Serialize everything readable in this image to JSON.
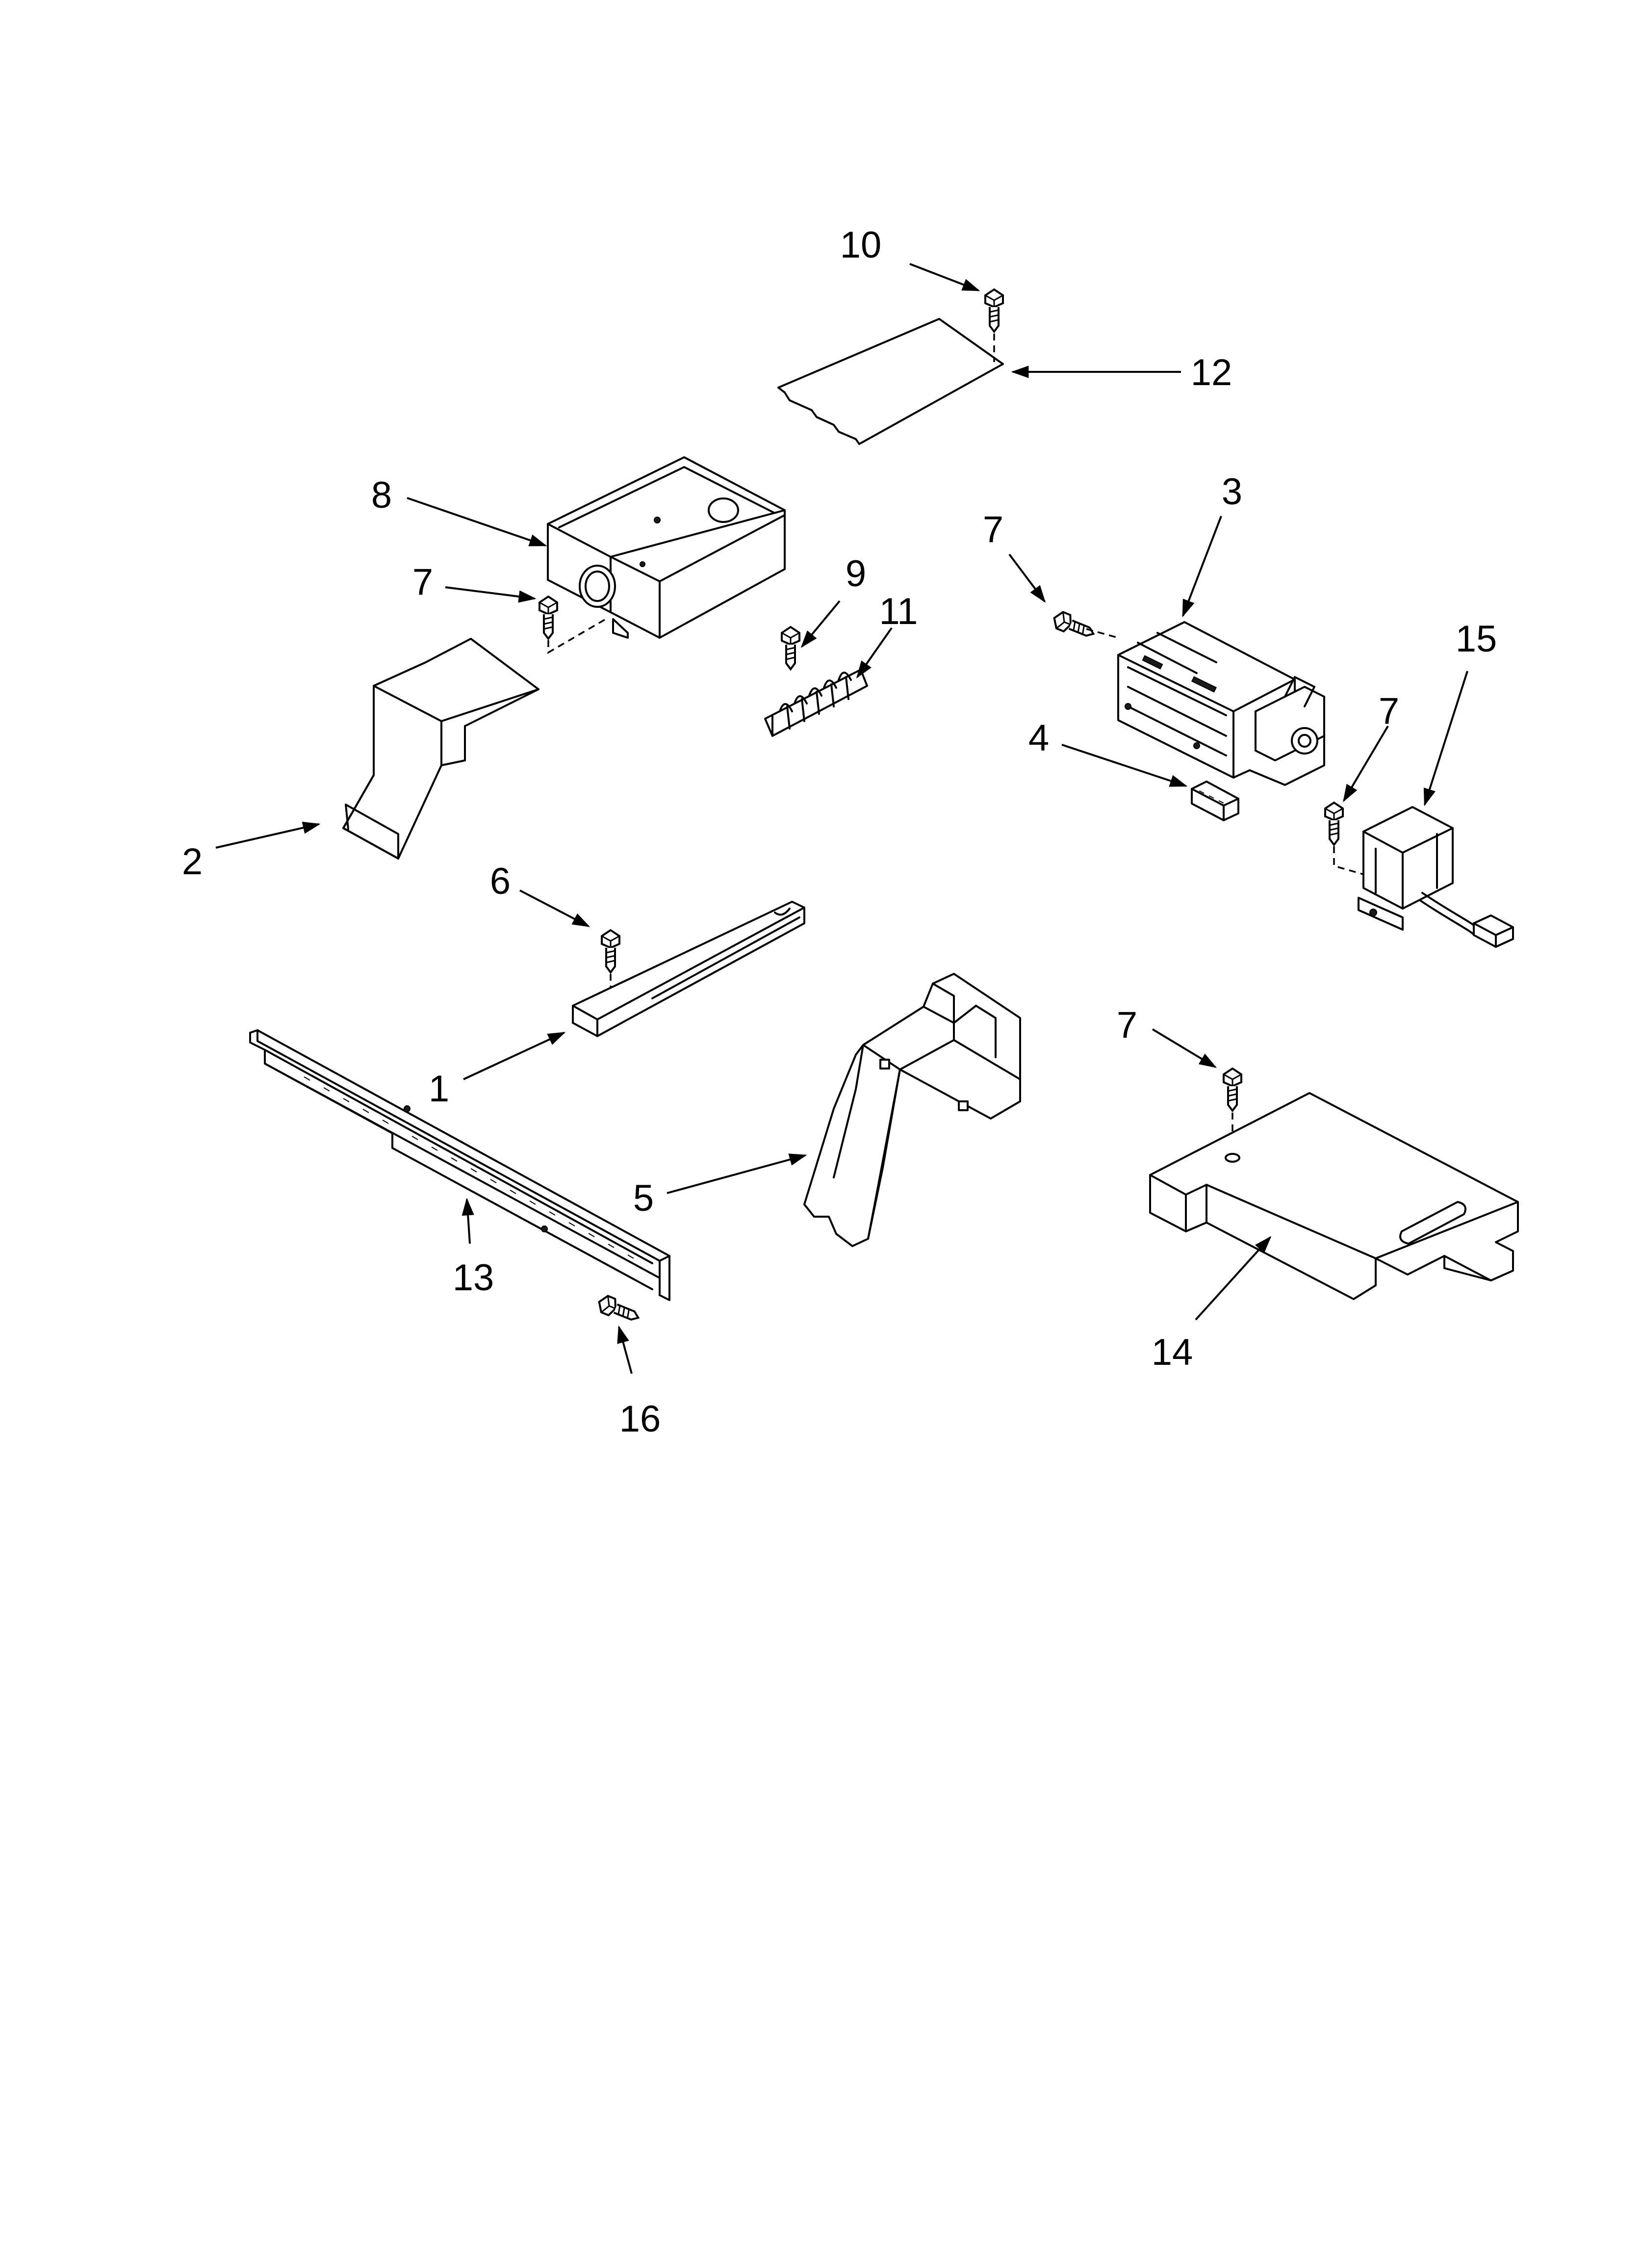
{
  "callouts": [
    {
      "id": "c10a",
      "text": "10"
    },
    {
      "id": "c12",
      "text": "12"
    },
    {
      "id": "c8",
      "text": "8"
    },
    {
      "id": "c7a",
      "text": "7"
    },
    {
      "id": "c9",
      "text": "9"
    },
    {
      "id": "c11",
      "text": "11"
    },
    {
      "id": "c7b",
      "text": "7"
    },
    {
      "id": "c3",
      "text": "3"
    },
    {
      "id": "c15",
      "text": "15"
    },
    {
      "id": "c7c",
      "text": "7"
    },
    {
      "id": "c4",
      "text": "4"
    },
    {
      "id": "c2",
      "text": "2"
    },
    {
      "id": "c6",
      "text": "6"
    },
    {
      "id": "c1",
      "text": "1"
    },
    {
      "id": "c7d",
      "text": "7"
    },
    {
      "id": "c5",
      "text": "5"
    },
    {
      "id": "c13",
      "text": "13"
    },
    {
      "id": "c14",
      "text": "14"
    },
    {
      "id": "c16",
      "text": "16"
    }
  ],
  "icons": [
    "screw-icon",
    "arrowhead-icon"
  ]
}
